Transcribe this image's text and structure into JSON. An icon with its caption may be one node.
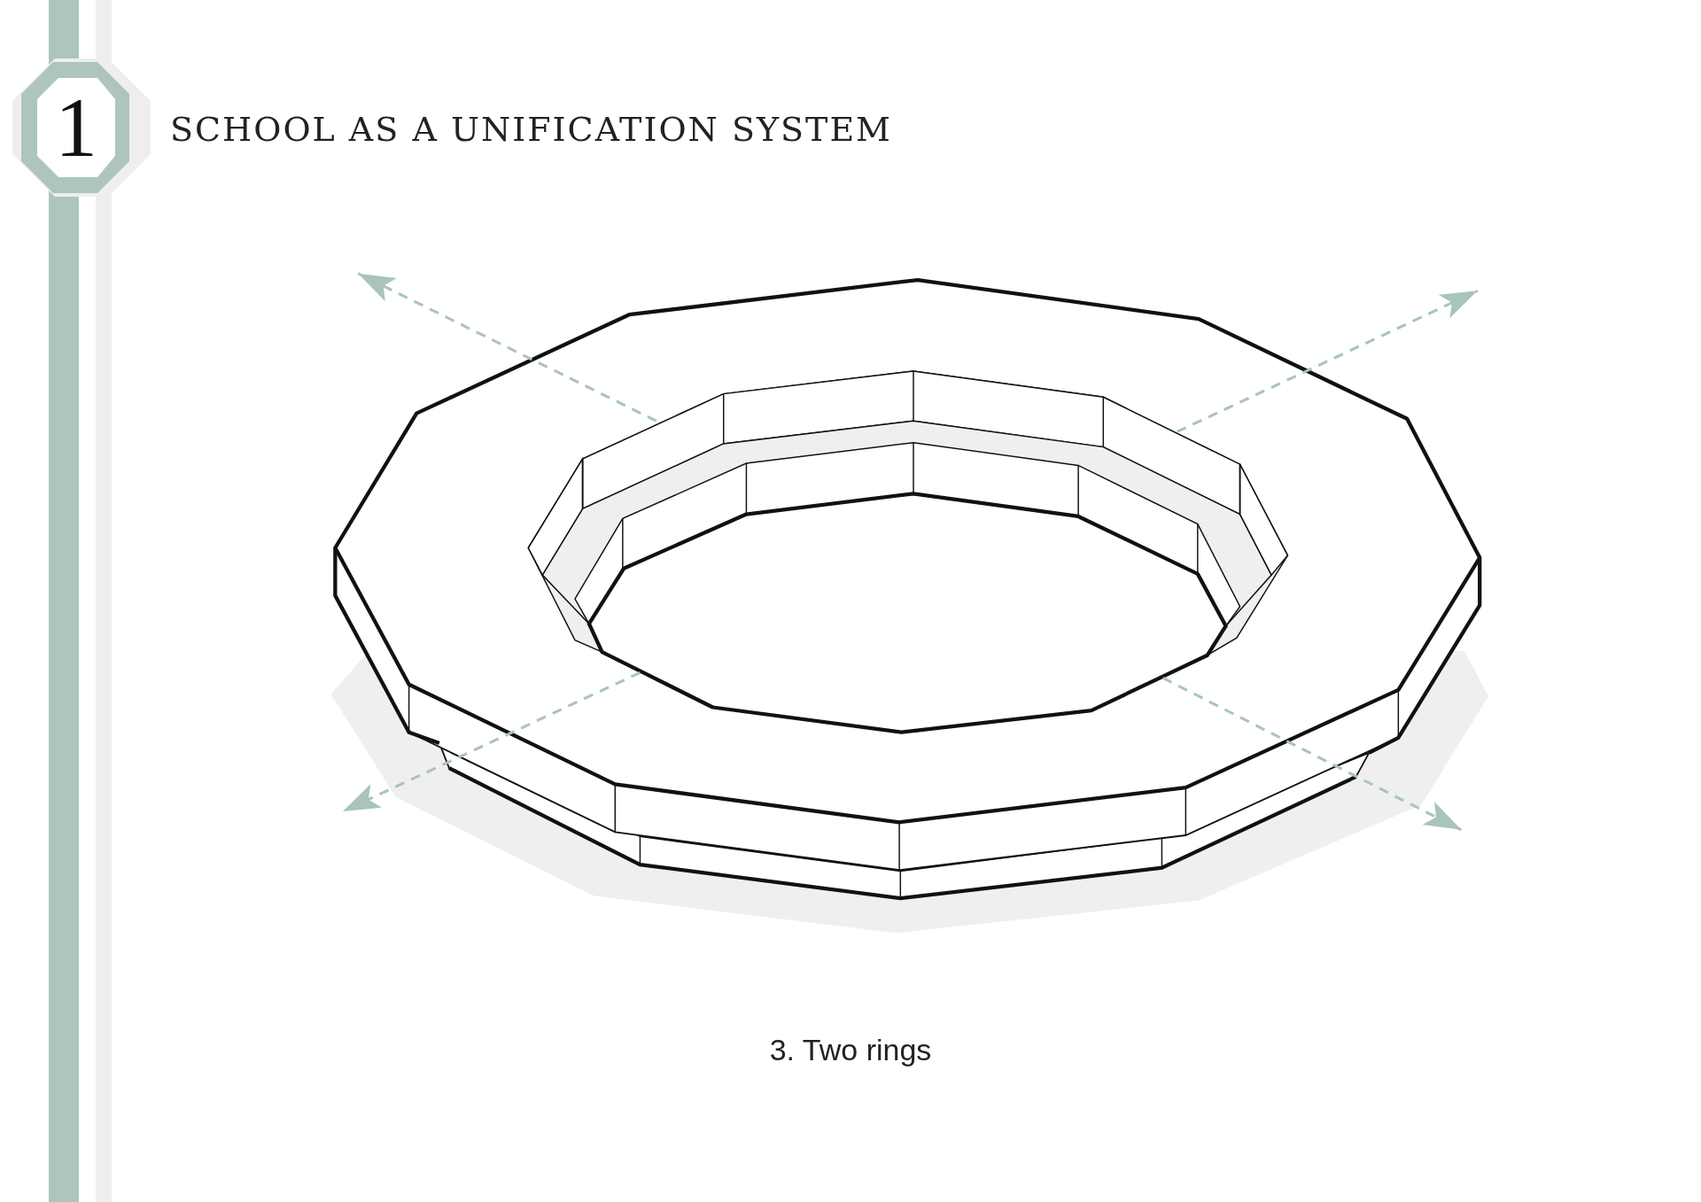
{
  "diagram": {
    "title": "SCHOOL AS A UNIFICATION SYSTEM",
    "caption": "3. Two rings",
    "nodes": [
      {
        "text": [
          "1"
        ]
      }
    ]
  }
}
